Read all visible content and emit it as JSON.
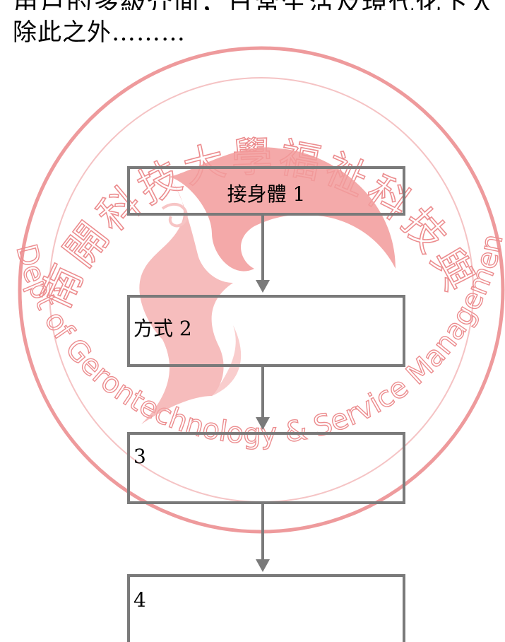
{
  "document": {
    "top_text_cut": "用戶的多級介面，日常生活及現代化下人際服務與公",
    "intro_text": "除此之外………"
  },
  "watermark": {
    "seal_top_text": "南開科技大學福祉科技與服務管理系",
    "seal_bottom_text": "Dept of Gerontechnology & Service Management, Nan Kai Univ of Tech.",
    "seal_color": "#e8777a"
  },
  "flow": {
    "steps": [
      {
        "label": "接身體 1"
      },
      {
        "label": "方式 2"
      },
      {
        "label": "3"
      },
      {
        "label": "4"
      }
    ],
    "box_border_color": "#7a7a7a",
    "arrow_color": "#7a7a7a"
  }
}
